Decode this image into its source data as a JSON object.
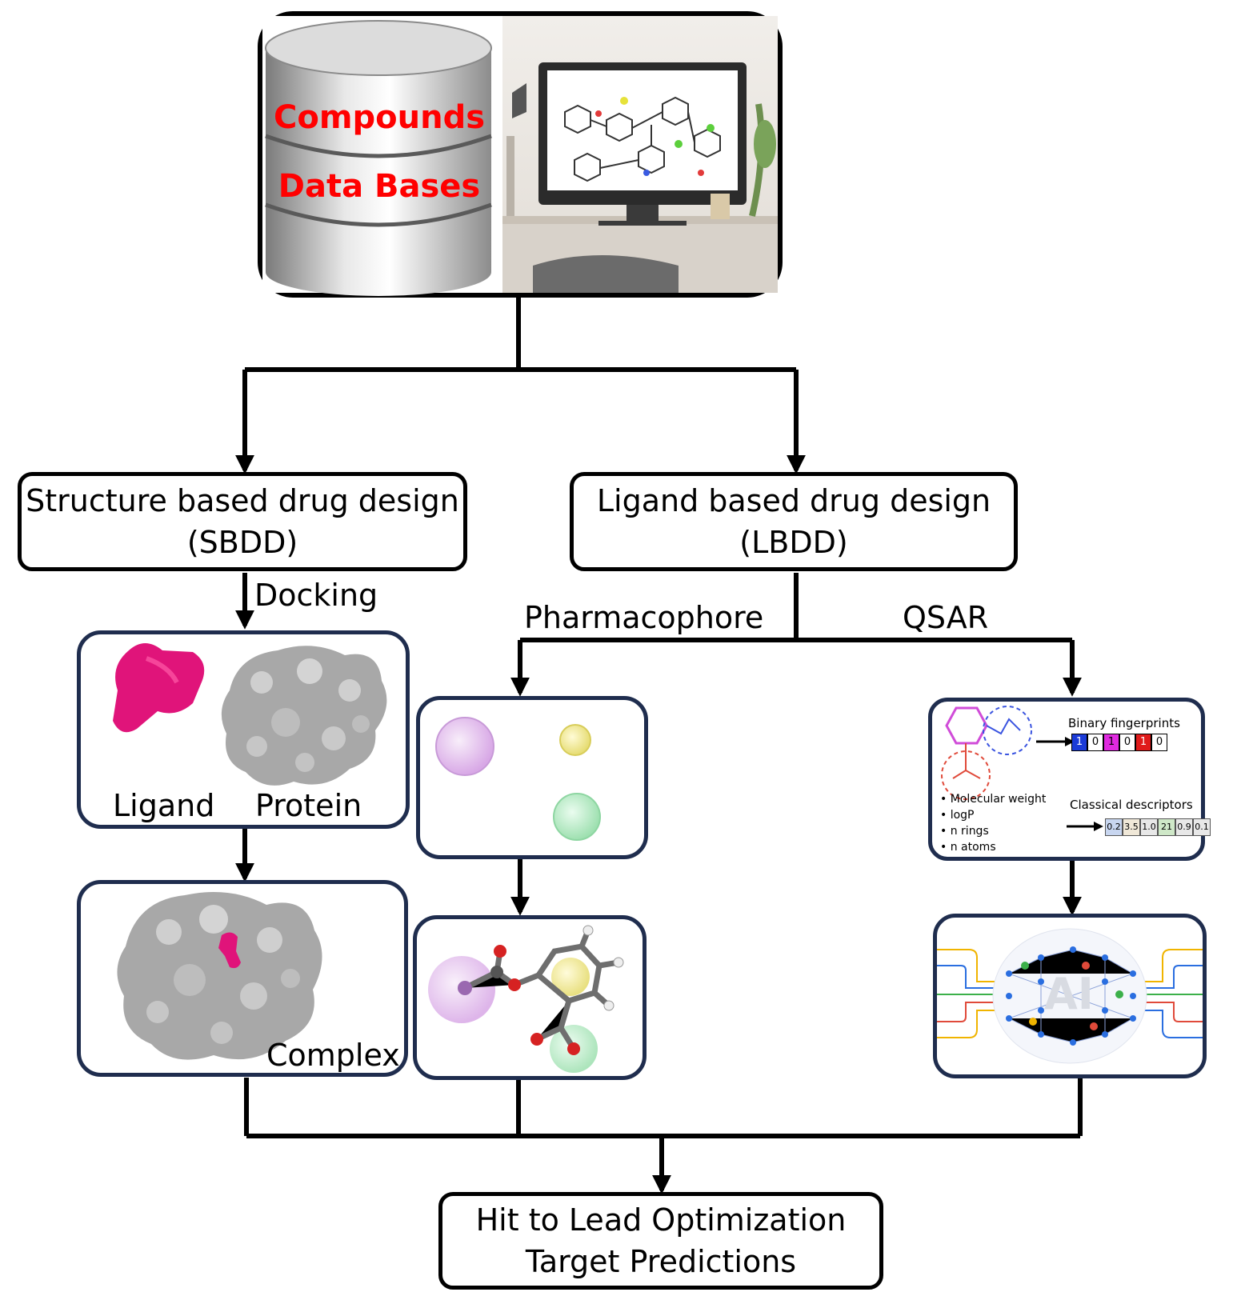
{
  "database": {
    "line1": "Compounds",
    "line2": "Data Bases",
    "label_color": "#ff0000"
  },
  "sbdd": {
    "title": "Structure based drug design",
    "abbr": "(SBDD)",
    "method": "Docking",
    "ligand_label": "Ligand",
    "protein_label": "Protein",
    "complex_label": "Complex"
  },
  "lbdd": {
    "title": "Ligand based drug design",
    "abbr": "(LBDD)",
    "pharmacophore_label": "Pharmacophore",
    "qsar_label": "QSAR"
  },
  "qsar_panel": {
    "fingerprints_title": "Binary fingerprints",
    "fingerprints": [
      "1",
      "0",
      "1",
      "0",
      "1",
      "0"
    ],
    "descriptors_list": [
      "Molecular weight",
      "logP",
      "n rings",
      "n atoms"
    ],
    "descriptors_title": "Classical descriptors",
    "descriptors": [
      "0.2",
      "3.5",
      "1.0",
      "21",
      "0.9",
      "0.1"
    ],
    "ai_label": "AI"
  },
  "output": {
    "line1": "Hit to Lead Optimization",
    "line2": "Target Predictions"
  },
  "colors": {
    "ligand": "#e0147a",
    "protein": "#a8a8a8",
    "panel_border": "#1f2d4e"
  }
}
